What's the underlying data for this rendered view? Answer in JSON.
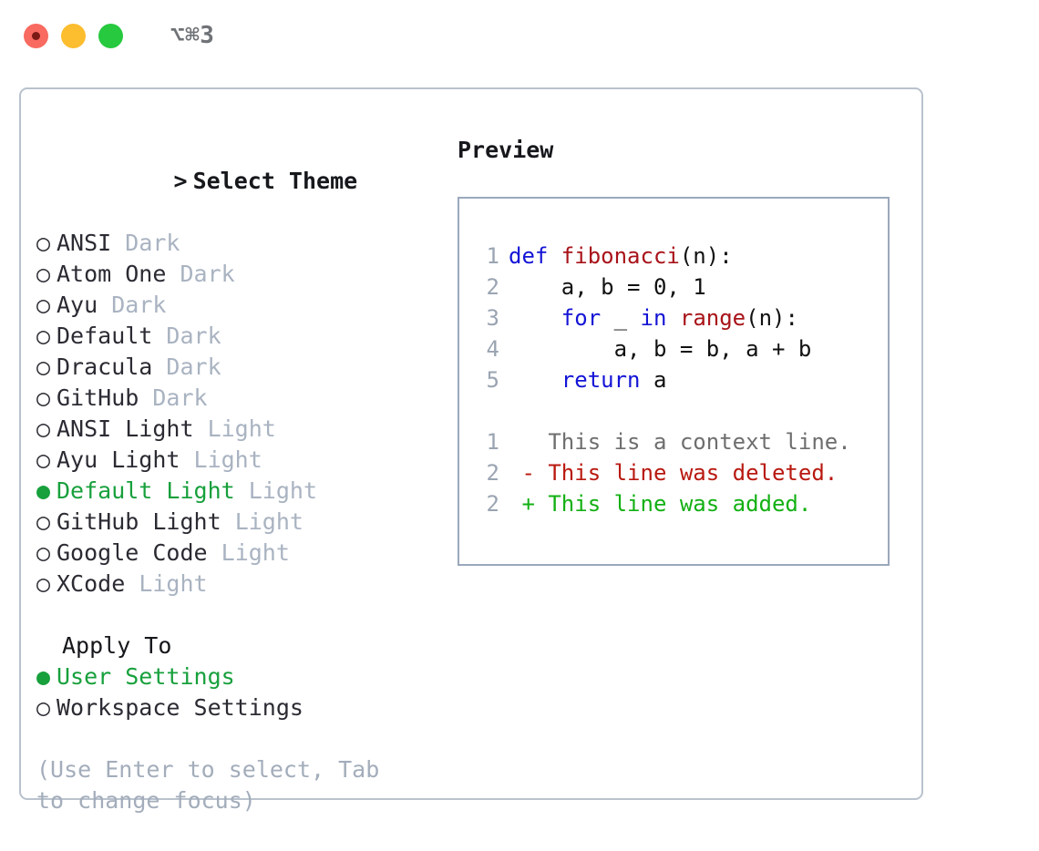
{
  "titlebar": {
    "dots": [
      "record-red",
      "minimize-yellow",
      "maximize-green"
    ],
    "shortcut": "⌥⌘3"
  },
  "theme_panel": {
    "header": {
      "caret": ">",
      "label": "Select Theme"
    },
    "bullets": {
      "selected": "●",
      "unselected": "○"
    },
    "items": [
      {
        "name": "ANSI",
        "tag": "Dark",
        "selected": false
      },
      {
        "name": "Atom One",
        "tag": "Dark",
        "selected": false
      },
      {
        "name": "Ayu",
        "tag": "Dark",
        "selected": false
      },
      {
        "name": "Default",
        "tag": "Dark",
        "selected": false
      },
      {
        "name": "Dracula",
        "tag": "Dark",
        "selected": false
      },
      {
        "name": "GitHub",
        "tag": "Dark",
        "selected": false
      },
      {
        "name": "ANSI Light",
        "tag": "Light",
        "selected": false
      },
      {
        "name": "Ayu Light",
        "tag": "Light",
        "selected": false
      },
      {
        "name": "Default Light",
        "tag": "Light",
        "selected": true
      },
      {
        "name": "GitHub Light",
        "tag": "Light",
        "selected": false
      },
      {
        "name": "Google Code",
        "tag": "Light",
        "selected": false
      },
      {
        "name": "XCode",
        "tag": "Light",
        "selected": false
      }
    ]
  },
  "apply_to": {
    "header": "Apply To",
    "items": [
      {
        "name": "User Settings",
        "selected": true
      },
      {
        "name": "Workspace Settings",
        "selected": false
      }
    ]
  },
  "footer_hint": "(Use Enter to select, Tab to change focus)",
  "preview": {
    "title": "Preview",
    "code_lines": [
      {
        "num": "1",
        "tokens": [
          {
            "t": "def ",
            "c": "kw"
          },
          {
            "t": "fibonacci",
            "c": "fn"
          },
          {
            "t": "(n):",
            "c": "pl"
          }
        ]
      },
      {
        "num": "2",
        "tokens": [
          {
            "t": "    a, b = 0, 1",
            "c": "pl"
          }
        ]
      },
      {
        "num": "3",
        "tokens": [
          {
            "t": "    ",
            "c": "pl"
          },
          {
            "t": "for",
            "c": "kw"
          },
          {
            "t": " _ ",
            "c": "pl"
          },
          {
            "t": "in",
            "c": "kw"
          },
          {
            "t": " ",
            "c": "pl"
          },
          {
            "t": "range",
            "c": "fn"
          },
          {
            "t": "(n):",
            "c": "pl"
          }
        ]
      },
      {
        "num": "4",
        "tokens": [
          {
            "t": "        a, b = b, a + b",
            "c": "pl"
          }
        ]
      },
      {
        "num": "5",
        "tokens": [
          {
            "t": "    ",
            "c": "pl"
          },
          {
            "t": "return",
            "c": "kw"
          },
          {
            "t": " a",
            "c": "pl"
          }
        ]
      }
    ],
    "diff_lines": [
      {
        "num": "1",
        "prefix": "  ",
        "text": "This is a context line.",
        "kind": "ctx"
      },
      {
        "num": "2",
        "prefix": "- ",
        "text": "This line was deleted.",
        "kind": "del"
      },
      {
        "num": "2",
        "prefix": "+ ",
        "text": "This line was added.",
        "kind": "add"
      }
    ]
  },
  "colors": {
    "accent_green": "#17a03c",
    "tag_gray": "#a9b3c1",
    "hint_gray": "#a3adbb",
    "keyword_blue": "#1414d6",
    "function_red": "#a81319",
    "diff_delete": "#b81910",
    "diff_add": "#13b013",
    "panel_border": "#b9c2cd",
    "preview_border": "#9aa8bb"
  }
}
